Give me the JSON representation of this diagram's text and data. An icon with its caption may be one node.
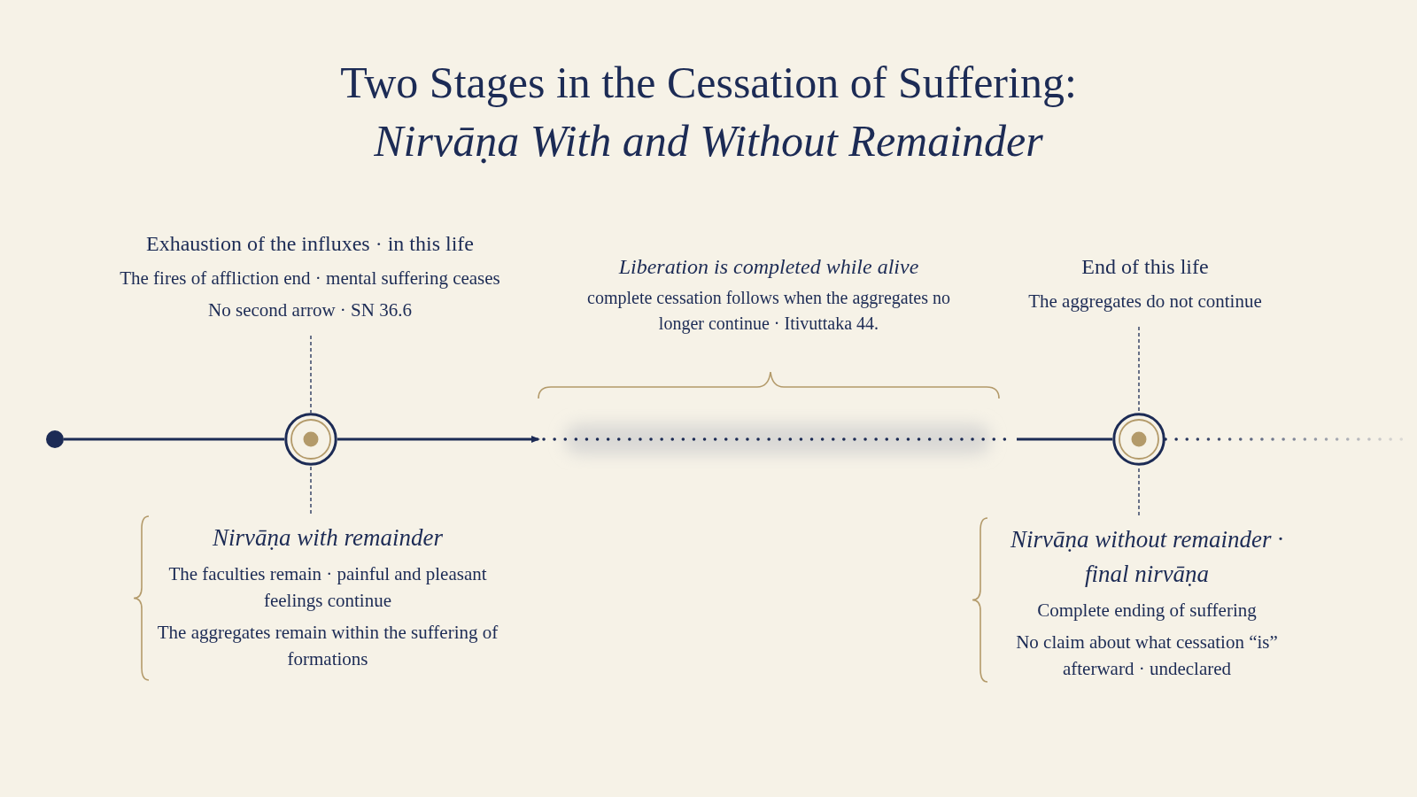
{
  "diagram": {
    "title": "Two Stages in the Cessation of Suffering: *Nirvāṇa With and Without Remainder*",
    "nodes": [
      {
        "text": [],
        "shape": "circle"
      },
      {
        "text": [],
        "shape": "circle"
      },
      {
        "text": [
          "Exhaustion of the influxes · in this life",
          "The fires of affliction end · mental suffering ceases",
          "No second arrow · SN 36.6"
        ]
      },
      {
        "text": [
          "Nirvāṇa with remainder",
          "The faculties remain · painful and pleasant feelings continue",
          "The aggregates remain within the suffering of formations"
        ]
      },
      {
        "text": [],
        "shape": "bar"
      },
      {
        "text": [],
        "shape": "circle"
      },
      {
        "text": [
          "End of this life",
          "The aggregates do not continue"
        ]
      },
      {
        "text": [
          "Nirvāṇa without remainder · final nirvāṇa",
          "Complete ending of suffering",
          "No claim about what cessation “is” afterward · undeclared"
        ]
      }
    ],
    "edges": [
      {
        "from": 0,
        "to": 1,
        "arrow": "none"
      },
      {
        "from": 1,
        "to": 4,
        "arrow": "to"
      },
      {
        "from": 4,
        "to": 5,
        "arrow": "none"
      },
      {
        "from": 5,
        "to": null,
        "arrow": "none",
        "style": "dashed"
      },
      {
        "from": 2,
        "to": 1,
        "arrow": "none",
        "style": "dashed"
      },
      {
        "from": 3,
        "to": 1,
        "arrow": "none",
        "style": "dashed"
      },
      {
        "from": 6,
        "to": 5,
        "arrow": "none",
        "style": "dashed"
      },
      {
        "from": 7,
        "to": 5,
        "arrow": "none",
        "style": "dashed"
      }
    ],
    "labels": [
      "Liberation is completed while alive",
      "complete cessation follows when the aggregates no longer continue · Itivuttaka 44."
    ]
  }
}
